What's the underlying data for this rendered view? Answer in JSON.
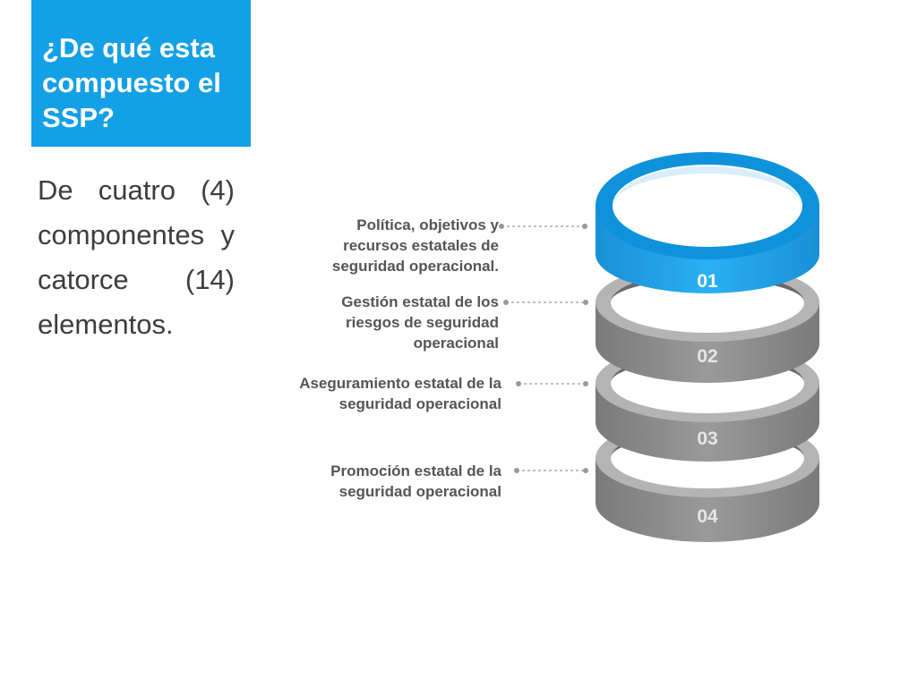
{
  "header": {
    "title_line1": "¿De qué esta",
    "title_line2": "compuesto el",
    "title_line3": "SSP?"
  },
  "body": {
    "text": "De cuatro (4) componentes y catorce (14) elementos."
  },
  "components": [
    {
      "number": "01",
      "label": "Política, objetivos y recursos estatales de seguridad operacional."
    },
    {
      "number": "02",
      "label": "Gestión estatal de los riesgos de seguridad operacional"
    },
    {
      "number": "03",
      "label": "Aseguramiento estatal de la seguridad operacional"
    },
    {
      "number": "04",
      "label": "Promoción estatal de la seguridad operacional"
    }
  ],
  "colors": {
    "accent": "#13a0e6",
    "ring_gray": "#8c8c8c",
    "ring_gray_dark": "#6e6e6e",
    "number_white": "#ffffff",
    "number_gray": "#e6e6e6"
  }
}
